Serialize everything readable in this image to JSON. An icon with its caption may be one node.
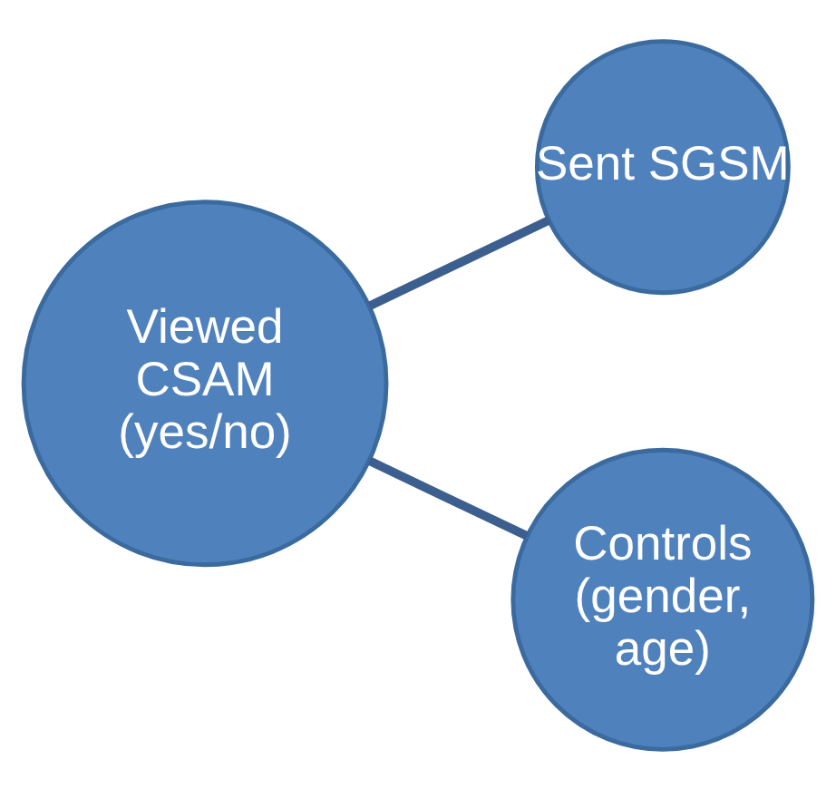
{
  "diagram": {
    "nodes": [
      {
        "text": [
          "Viewed CSAM (yes/no)"
        ]
      },
      {
        "text": [
          "Sent SGSM"
        ]
      },
      {
        "text": [
          "Controls (gender, age)"
        ]
      }
    ],
    "edges": [
      {
        "from": 0,
        "to": 1,
        "arrow": "none"
      },
      {
        "from": 0,
        "to": 2,
        "arrow": "none"
      }
    ]
  }
}
